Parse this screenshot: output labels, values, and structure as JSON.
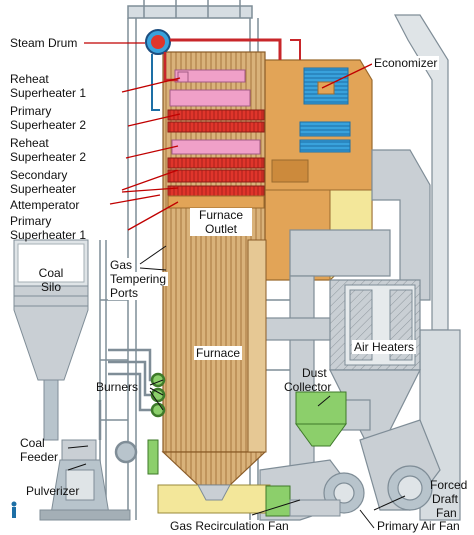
{
  "labels": {
    "steam_drum": "Steam Drum",
    "reheat_sh1_a": "Reheat",
    "reheat_sh1_b": "Superheater 1",
    "primary_sh2_a": "Primary",
    "primary_sh2_b": "Superheater 2",
    "reheat_sh2_a": "Reheat",
    "reheat_sh2_b": "Superheater 2",
    "secondary_sh_a": "Secondary",
    "secondary_sh_b": "Superheater",
    "attemperator": "Attemperator",
    "primary_sh1_a": "Primary",
    "primary_sh1_b": "Superheater 1",
    "economizer": "Economizer",
    "furnace_outlet_a": "Furnace",
    "furnace_outlet_b": "Outlet",
    "coal_silo_a": "Coal",
    "coal_silo_b": "Silo",
    "gas_tempering_a": "Gas",
    "gas_tempering_b": "Tempering",
    "gas_tempering_c": "Ports",
    "furnace": "Furnace",
    "air_heaters": "Air Heaters",
    "dust_collector_a": "Dust",
    "dust_collector_b": "Collector",
    "burners": "Burners",
    "coal_feeder_a": "Coal",
    "coal_feeder_b": "Feeder",
    "pulverizer": "Pulverizer",
    "forced_draft_a": "Forced",
    "forced_draft_b": "Draft",
    "forced_draft_c": "Fan",
    "gas_recirc_fan": "Gas Recirculation Fan",
    "primary_air_fan": "Primary Air Fan"
  },
  "colors": {
    "steel": "#b8c4cc",
    "steel_dark": "#7f8d97",
    "furnace_wall": "#d9b27a",
    "furnace_tube": "#a8773e",
    "superheater_red": "#e0352b",
    "reheater_pink": "#f0a0c8",
    "economizer_orange": "#e2a457",
    "economizer_blue": "#39a2dc",
    "ductwork_gray": "#c9cfd4",
    "air_heater_green": "#8ccf6b",
    "hopper_yellow": "#f3e79a",
    "steam_pipe_red": "#c8262a"
  }
}
